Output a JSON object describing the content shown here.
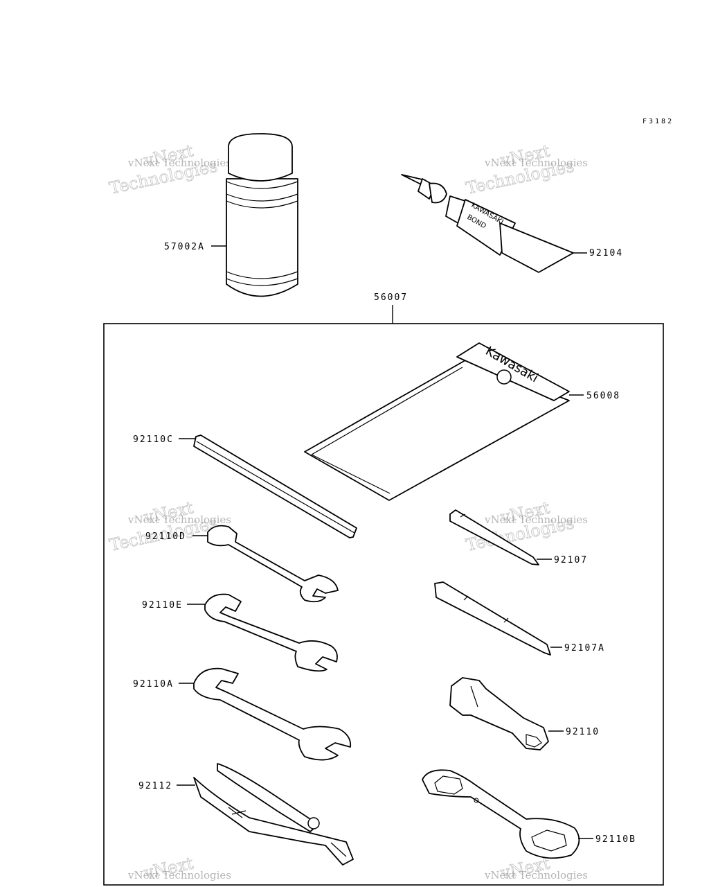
{
  "figure_code": "F3182",
  "brand_text": "KAWASAKI",
  "bond_text": "BOND",
  "pouch_text": "Kawasaki",
  "parts": [
    {
      "id": "57002A",
      "name": "spray-can"
    },
    {
      "id": "92104",
      "name": "bond-tube"
    },
    {
      "id": "56007",
      "name": "tool-kit"
    },
    {
      "id": "56008",
      "name": "tool-pouch"
    },
    {
      "id": "92110C",
      "name": "hex-bar"
    },
    {
      "id": "92110D",
      "name": "wrench-small"
    },
    {
      "id": "92107",
      "name": "screwdriver-bit"
    },
    {
      "id": "92110E",
      "name": "wrench-medium"
    },
    {
      "id": "92107A",
      "name": "screwdriver-handle"
    },
    {
      "id": "92110A",
      "name": "wrench-large"
    },
    {
      "id": "92110",
      "name": "socket-driver"
    },
    {
      "id": "92112",
      "name": "pliers"
    },
    {
      "id": "92110B",
      "name": "ring-wrench"
    }
  ],
  "watermark": {
    "line1": "vNext Technologies",
    "line2": "Technologies",
    "line3": "vNext"
  }
}
